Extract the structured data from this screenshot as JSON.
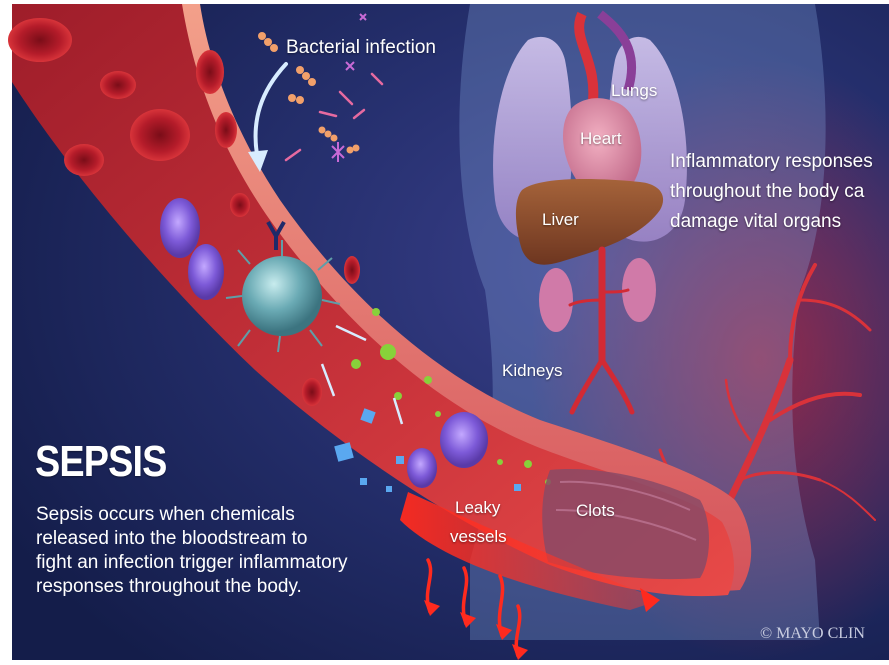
{
  "labels": {
    "bacterial_infection": "Bacterial infection",
    "lungs": "Lungs",
    "heart": "Heart",
    "liver": "Liver",
    "kidneys": "Kidneys",
    "inflammatory_lines": [
      "Inflammatory responses",
      "throughout the body ca",
      "damage vital organs"
    ],
    "leaky_vessels_lines": [
      "Leaky",
      "vessels"
    ],
    "clots": "Clots"
  },
  "title": "SEPSIS",
  "description_lines": [
    "Sepsis occurs when chemicals",
    "released into the bloodstream to",
    "fight an infection trigger inflammatory",
    "responses throughout the body."
  ],
  "copyright": "© MAYO CLIN",
  "colors": {
    "background": "#1b2a63",
    "vessel": "#c0262f",
    "vessel_inner": "#e04646",
    "liver": "#8a4a2a",
    "lungs": "#b7a7d6",
    "kidneys": "#d07aa8",
    "immune_cell": "#6fb0b8",
    "white_cell": "#8e6fe0",
    "chemical_green": "#88d13a",
    "chemical_blue": "#5aa8f0"
  }
}
